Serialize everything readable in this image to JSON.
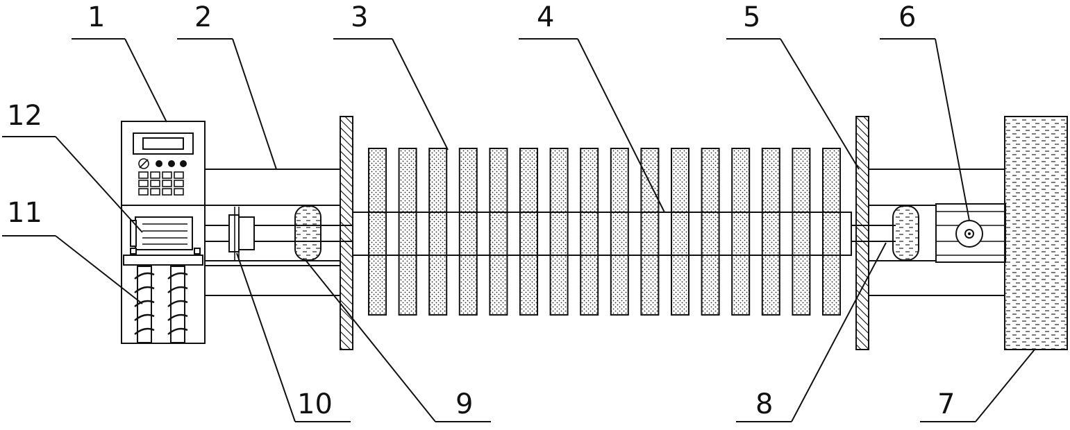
{
  "diagram": {
    "labels": [
      {
        "id": "1",
        "text": "1"
      },
      {
        "id": "2",
        "text": "2"
      },
      {
        "id": "3",
        "text": "3"
      },
      {
        "id": "4",
        "text": "4"
      },
      {
        "id": "5",
        "text": "5"
      },
      {
        "id": "6",
        "text": "6"
      },
      {
        "id": "7",
        "text": "7"
      },
      {
        "id": "8",
        "text": "8"
      },
      {
        "id": "9",
        "text": "9"
      },
      {
        "id": "10",
        "text": "10"
      },
      {
        "id": "11",
        "text": "11"
      },
      {
        "id": "12",
        "text": "12"
      }
    ],
    "disc_count": 16,
    "colors": {
      "line": "#111111",
      "background": "#ffffff",
      "hatch": "#111111"
    }
  }
}
